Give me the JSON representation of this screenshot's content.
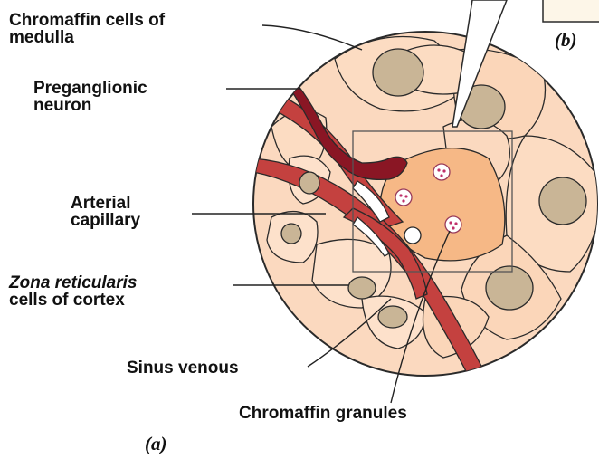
{
  "labels": {
    "chromaffin_cells": {
      "line1": "Chromaffin cells of",
      "line2": "medulla"
    },
    "preganglionic": {
      "line1": "Preganglionic",
      "line2": "neuron"
    },
    "arterial": {
      "line1": "Arterial",
      "line2": "capillary"
    },
    "zona": {
      "line1": "Zona reticularis",
      "line2": "cells of cortex"
    },
    "sinus": "Sinus venous",
    "granules": "Chromaffin granules"
  },
  "panels": {
    "a": "(a)",
    "b": "(b)"
  },
  "colors": {
    "cell_fill": "#fbd9bf",
    "cell_dark": "#f7c8a0",
    "nucleus": "#c9b596",
    "vessel": "#c4413f",
    "neuron": "#8a1624",
    "focus_cell": "#f6b886",
    "outline": "#2a2a2a"
  }
}
